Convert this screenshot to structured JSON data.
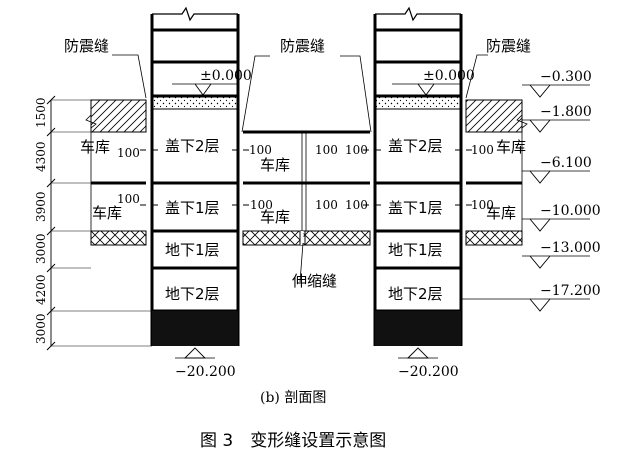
{
  "subcaption": "(b) 剖面图",
  "figure_caption": "图 3　变形缝设置示意图",
  "labels": {
    "seismic_joint": "防震缝",
    "expansion_joint": "伸缩缝",
    "garage": "车库",
    "joint_width": "100"
  },
  "floors": {
    "podium_b2": "盖下2层",
    "podium_b1": "盖下1层",
    "basement_1": "地下1层",
    "basement_2": "地下2层"
  },
  "elevations": {
    "ground": "±0.000",
    "e1": "−0.300",
    "e2": "−1.800",
    "e3": "−6.100",
    "e4": "−10.000",
    "e5": "−13.000",
    "e6": "−17.200",
    "bottom": "−20.200"
  },
  "dimensions": [
    "1500",
    "4300",
    "3900",
    "3000",
    "4200",
    "3000"
  ],
  "colors": {
    "line": "#000000",
    "fill_dark": "#111111",
    "background": "#ffffff"
  }
}
